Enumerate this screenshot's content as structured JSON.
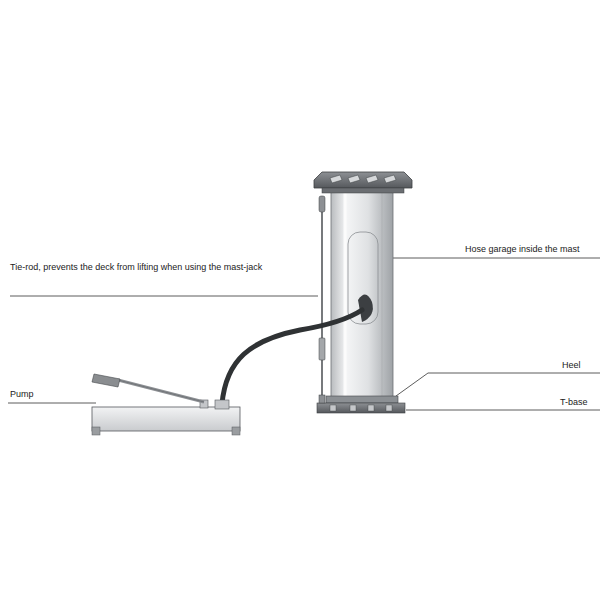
{
  "diagram": {
    "labels": [
      "Hose garage inside the mast",
      "Tie-rod, prevents the deck from lifting when using the mast-jack",
      "Pump",
      "Heel",
      "T-base"
    ]
  }
}
